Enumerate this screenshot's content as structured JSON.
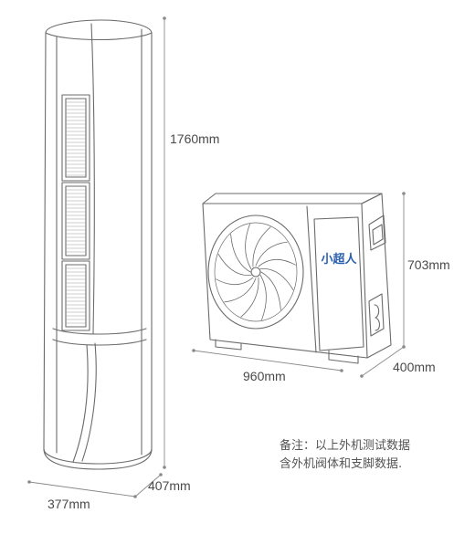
{
  "dimensions": {
    "indoor_height": "1760mm",
    "indoor_width": "377mm",
    "indoor_depth": "407mm",
    "outdoor_width": "960mm",
    "outdoor_height": "703mm",
    "outdoor_depth": "400mm"
  },
  "brand_label": "小超人",
  "note": {
    "line1": "备注：以上外机测试数据",
    "line2": "含外机阀体和支脚数据."
  },
  "colors": {
    "line": "#6b6b6b",
    "dim_line": "#8a8a8a",
    "brand": "#2a5fb0",
    "text": "#4a4a4a"
  }
}
